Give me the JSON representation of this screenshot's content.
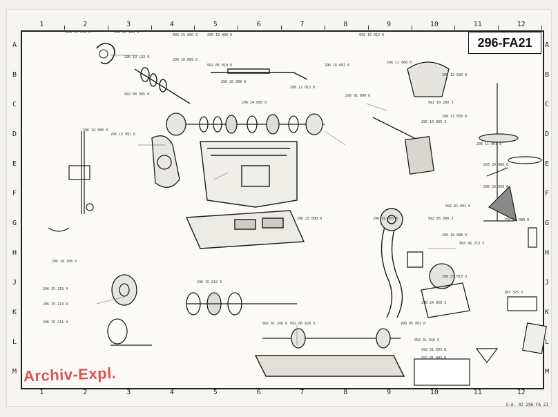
{
  "sheet": {
    "title": "296-FA21",
    "watermark": "Archiv-Expl.",
    "drawing_code": "S.A. 02 296-FA 21",
    "columns": [
      "1",
      "2",
      "3",
      "4",
      "5",
      "6",
      "7",
      "8",
      "9",
      "10",
      "11",
      "12"
    ],
    "rows": [
      "A",
      "B",
      "C",
      "D",
      "E",
      "F",
      "G",
      "H",
      "J",
      "K",
      "L",
      "M"
    ]
  },
  "part_numbers": [
    "296 13 016 0",
    "296 00 120 0",
    "992 15 080 3",
    "296 13 000 0",
    "992 15 015 0",
    "296 10 133 0",
    "296 16 089 0",
    "992 05 010 0",
    "296 16 081 0",
    "296 11 060 0",
    "296 20 009 0",
    "296 12 013 0",
    "992 00 305 0",
    "296 14 080 0",
    "296 01 000 0",
    "992 10 200 3",
    "296 12 030 0",
    "296 10 065 3",
    "296 19 080 0",
    "296 13 097 0",
    "296 16 108 0",
    "296 15 219 4",
    "296 15 213 4",
    "296 15 211 4",
    "296 15 012 3",
    "992 01 208 0",
    "992 06 620 3",
    "992 81 003 8",
    "296 11 050 0",
    "296 25 000 0",
    "992 82 002 0",
    "296 11 001 8",
    "293 24 066 0",
    "296 26 050 0",
    "992 66 000 3",
    "993 06 713 3",
    "296 18 088 3",
    "296 25 013 3",
    "296 24 056 3",
    "990 05 003 0",
    "992 41 010 0",
    "992 81 003 8",
    "296 19 005 0",
    "183 325 3",
    "158 11 000 0"
  ],
  "colors": {
    "ink": "#1a1a1a",
    "paper": "#fbfaf6",
    "watermark": "#d9534f",
    "title_box": "#ffffff"
  }
}
